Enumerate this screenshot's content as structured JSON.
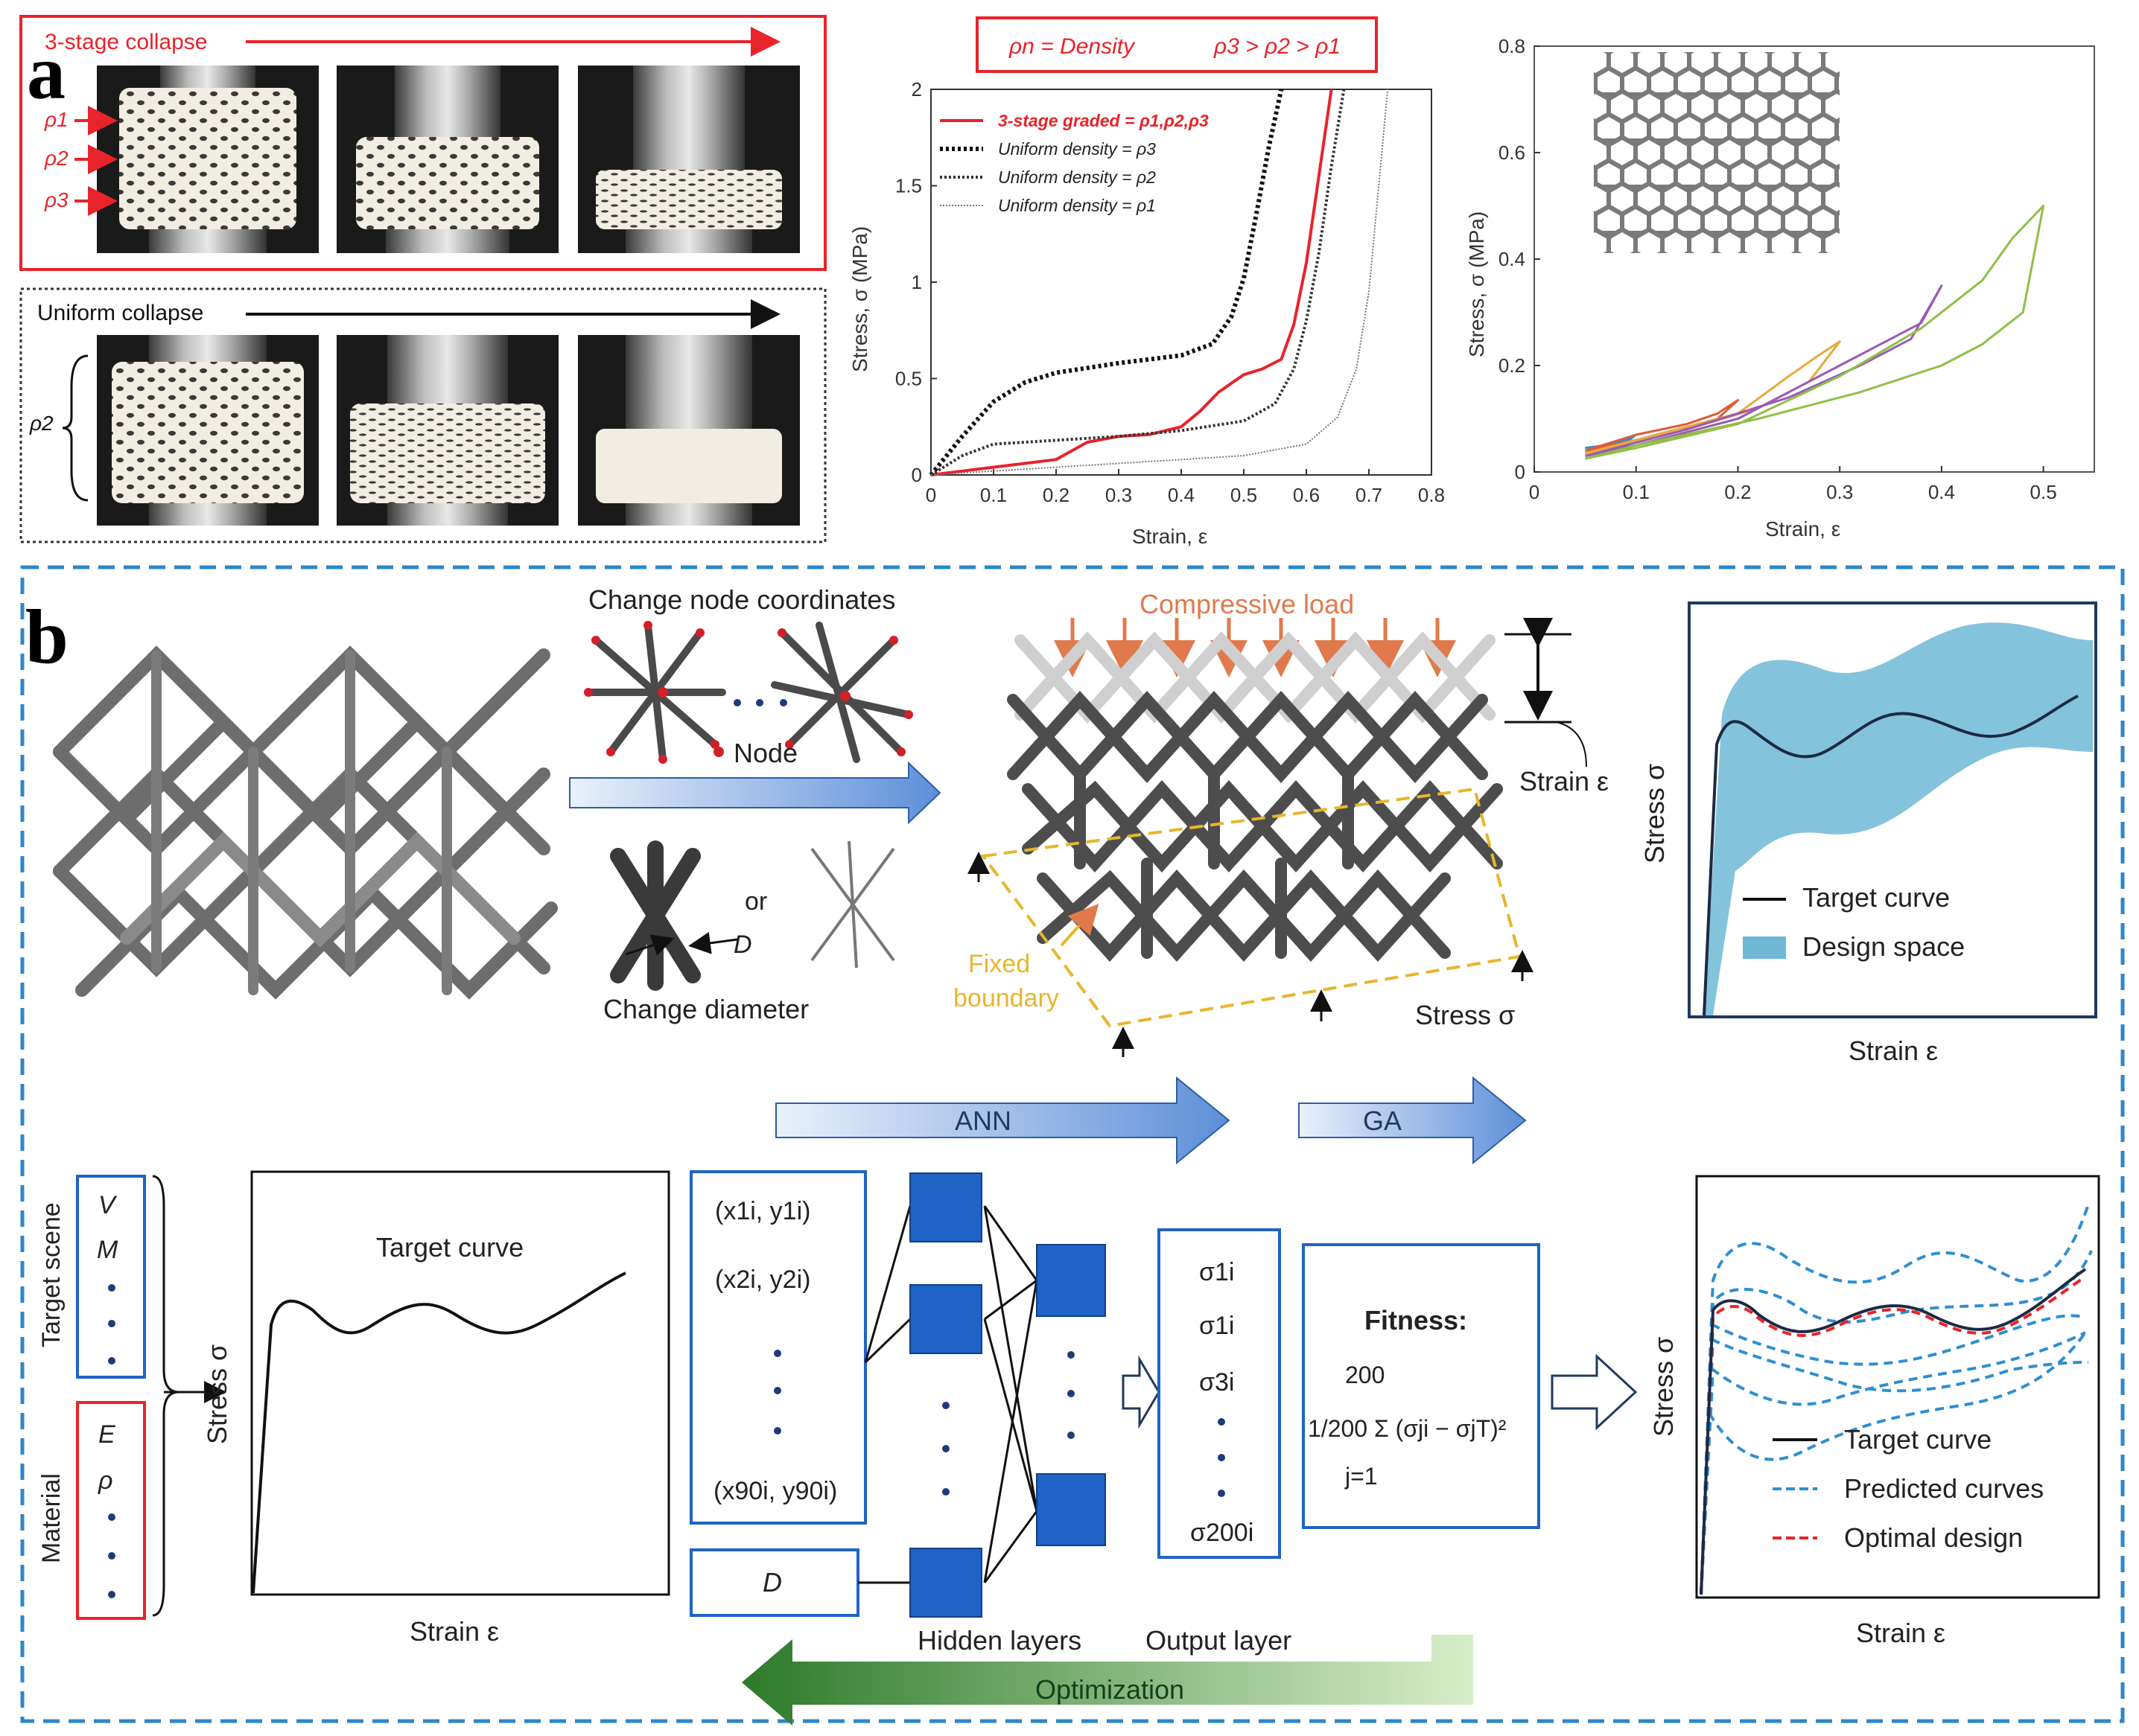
{
  "panel_a": {
    "label": "a",
    "graded": {
      "title": "3-stage collapse",
      "rho1": "ρ1",
      "rho2": "ρ2",
      "rho3": "ρ3"
    },
    "uniform": {
      "title": "Uniform collapse",
      "rho": "ρ2"
    },
    "density_box": {
      "left": "ρn = Density",
      "right": "ρ3 > ρ2 > ρ1"
    },
    "chart1": {
      "type": "line",
      "xlabel": "Strain, ε",
      "ylabel": "Stress, σ (MPa)",
      "xticks": [
        "0",
        "0.1",
        "0.2",
        "0.3",
        "0.4",
        "0.5",
        "0.6",
        "0.7",
        "0.8"
      ],
      "yticks": [
        "0",
        "0.5",
        "1",
        "1.5",
        "2"
      ],
      "legend": [
        "3-stage graded = ρ1,ρ2,ρ3",
        "Uniform density = ρ3",
        "Uniform density = ρ2",
        "Uniform density = ρ1"
      ]
    },
    "chart2": {
      "type": "line",
      "xlabel": "Strain, ε",
      "ylabel": "Stress, σ (MPa)",
      "xticks": [
        "0",
        "0.1",
        "0.2",
        "0.3",
        "0.4",
        "0.5"
      ],
      "yticks": [
        "0",
        "0.2",
        "0.4",
        "0.6",
        "0.8"
      ]
    }
  },
  "chart_data": [
    {
      "type": "line",
      "title": "",
      "xlabel": "Strain, ε",
      "ylabel": "Stress, σ (MPa)",
      "xlim": [
        0,
        0.8
      ],
      "ylim": [
        0,
        2
      ],
      "series": [
        {
          "name": "3-stage graded = ρ1,ρ2,ρ3",
          "color": "#e8232a",
          "x": [
            0,
            0.05,
            0.1,
            0.15,
            0.2,
            0.25,
            0.3,
            0.35,
            0.4,
            0.43,
            0.46,
            0.5,
            0.53,
            0.56,
            0.58,
            0.6,
            0.62,
            0.64
          ],
          "y": [
            0,
            0.02,
            0.04,
            0.06,
            0.08,
            0.17,
            0.2,
            0.21,
            0.25,
            0.33,
            0.43,
            0.52,
            0.55,
            0.6,
            0.78,
            1.1,
            1.55,
            2
          ]
        },
        {
          "name": "Uniform density = ρ3",
          "color": "#111111",
          "x": [
            0,
            0.05,
            0.1,
            0.15,
            0.2,
            0.3,
            0.4,
            0.45,
            0.48,
            0.5,
            0.52,
            0.54,
            0.56
          ],
          "y": [
            0,
            0.2,
            0.38,
            0.48,
            0.53,
            0.58,
            0.62,
            0.68,
            0.82,
            1.02,
            1.35,
            1.7,
            2
          ]
        },
        {
          "name": "Uniform density = ρ2",
          "color": "#333333",
          "x": [
            0,
            0.05,
            0.1,
            0.2,
            0.3,
            0.4,
            0.5,
            0.55,
            0.58,
            0.6,
            0.62,
            0.64,
            0.66
          ],
          "y": [
            0,
            0.1,
            0.16,
            0.18,
            0.2,
            0.23,
            0.28,
            0.37,
            0.55,
            0.8,
            1.15,
            1.6,
            2
          ]
        },
        {
          "name": "Uniform density = ρ1",
          "color": "#777777",
          "x": [
            0,
            0.1,
            0.2,
            0.3,
            0.4,
            0.5,
            0.6,
            0.65,
            0.68,
            0.7,
            0.71,
            0.72,
            0.73
          ],
          "y": [
            0,
            0.02,
            0.04,
            0.06,
            0.08,
            0.1,
            0.16,
            0.3,
            0.55,
            0.95,
            1.3,
            1.65,
            2
          ]
        }
      ]
    },
    {
      "type": "line",
      "title": "",
      "xlabel": "Strain, ε",
      "ylabel": "Stress, σ (MPa)",
      "xlim": [
        0,
        0.55
      ],
      "ylim": [
        0,
        0.8
      ],
      "series": [
        {
          "color": "#2b8fd6",
          "x": [
            0.05,
            0.07,
            0.09,
            0.1,
            0.09,
            0.07,
            0.05
          ],
          "y": [
            0.045,
            0.05,
            0.06,
            0.07,
            0.055,
            0.045,
            0.04
          ]
        },
        {
          "color": "#e05a3a",
          "x": [
            0.05,
            0.1,
            0.15,
            0.18,
            0.2,
            0.18,
            0.14,
            0.1,
            0.05
          ],
          "y": [
            0.04,
            0.07,
            0.09,
            0.11,
            0.135,
            0.1,
            0.075,
            0.06,
            0.04
          ]
        },
        {
          "color": "#e6a93a",
          "x": [
            0.05,
            0.1,
            0.2,
            0.25,
            0.28,
            0.3,
            0.27,
            0.22,
            0.15,
            0.05
          ],
          "y": [
            0.035,
            0.06,
            0.11,
            0.18,
            0.22,
            0.245,
            0.17,
            0.12,
            0.08,
            0.035
          ]
        },
        {
          "color": "#9b59b6",
          "x": [
            0.05,
            0.1,
            0.2,
            0.3,
            0.35,
            0.38,
            0.4,
            0.37,
            0.32,
            0.25,
            0.15,
            0.05
          ],
          "y": [
            0.03,
            0.05,
            0.1,
            0.2,
            0.25,
            0.28,
            0.35,
            0.25,
            0.2,
            0.14,
            0.08,
            0.03
          ]
        },
        {
          "color": "#8fbf47",
          "x": [
            0.05,
            0.1,
            0.2,
            0.3,
            0.38,
            0.44,
            0.47,
            0.5,
            0.48,
            0.44,
            0.4,
            0.32,
            0.22,
            0.1,
            0.05
          ],
          "y": [
            0.025,
            0.045,
            0.09,
            0.18,
            0.27,
            0.36,
            0.44,
            0.5,
            0.3,
            0.24,
            0.2,
            0.15,
            0.1,
            0.05,
            0.025
          ]
        }
      ]
    },
    {
      "type": "area",
      "title": "",
      "xlabel": "Strain ε",
      "ylabel": "Stress σ",
      "legend": [
        "Target curve",
        "Design space"
      ]
    },
    {
      "type": "line",
      "title": "Target curve",
      "xlabel": "Strain ε",
      "ylabel": "Stress σ"
    },
    {
      "type": "line",
      "title": "",
      "xlabel": "Strain ε",
      "ylabel": "Stress σ",
      "legend": [
        "Target curve",
        "Predicted curves",
        "Optimal design"
      ]
    }
  ],
  "panel_b": {
    "label": "b",
    "change_node": "Change node coordinates",
    "node": "Node",
    "or": "or",
    "d": "D",
    "change_diameter": "Change diameter",
    "compressive_load": "Compressive load",
    "strain_eps": "Strain ε",
    "stress_sigma": "Stress σ",
    "fixed_boundary_1": "Fixed",
    "fixed_boundary_2": "boundary",
    "ann": "ANN",
    "ga": "GA",
    "target_scene": "Target scene",
    "material": "Material",
    "ts_v": "V",
    "ts_m": "M",
    "mat_e": "E",
    "mat_rho": "ρ",
    "input_labels": [
      "(x1i, y1i)",
      "(x2i, y2i)",
      "(x90i, y90i)"
    ],
    "d_input": "D",
    "outputs": [
      "σ1i",
      "σ1i",
      "σ3i",
      "σ200i"
    ],
    "fitness_title": "Fitness:",
    "fitness_formula": "1/200 Σ (σji − σjT)²",
    "fitness_sum_top": "200",
    "fitness_sum_bottom": "j=1",
    "hidden_layers": "Hidden layers",
    "output_layer": "Output layer",
    "optimization": "Optimization"
  },
  "colors": {
    "red": "#e8232a",
    "blue_dash": "#2e86c8",
    "navy": "#1f3a5f",
    "node_blue": "#1f63c6",
    "design_space": "#6fb8d6",
    "green": "#3b8f2e",
    "orange": "#e07a4c",
    "gold": "#e8b52c"
  }
}
